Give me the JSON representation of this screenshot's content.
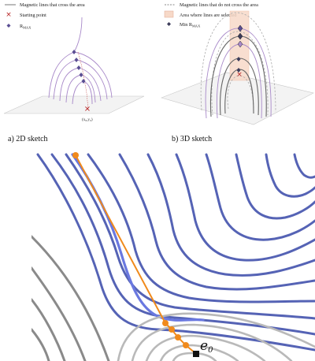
{
  "panel_a": {
    "legend": {
      "line": "Magnetic lines that cross the area",
      "start": "Starting point",
      "rmax": "R",
      "rmax_sub": "MAX"
    },
    "start_label": "(x₀,y₀)",
    "caption": "a) 2D sketch"
  },
  "panel_b": {
    "legend": {
      "line": "Magnetic lines that do not cross the area",
      "area": "Area where lines are selected",
      "minr": "Min R",
      "minr_sub": "MAX"
    },
    "caption": "b) 3D sketch"
  },
  "panel_c": {
    "label": "e",
    "label_sub": "0"
  },
  "colors": {
    "purple": "#a889c9",
    "dark_line": "#666666",
    "blue": "#5563b5",
    "gray": "#8a8a8a",
    "orange": "#f08a1c",
    "cross": "#b51e1e",
    "diamond": "#5a4e93",
    "area_fill": "#f7d9c8"
  }
}
